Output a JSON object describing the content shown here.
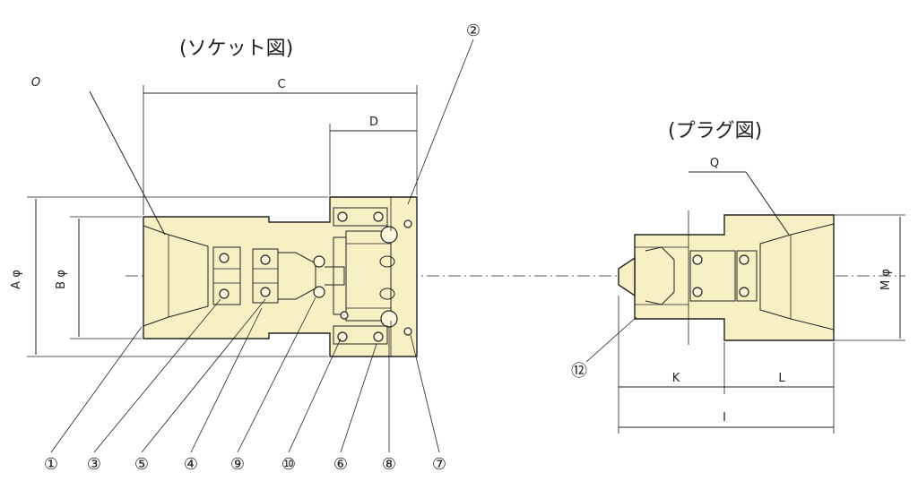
{
  "socket_title": "(ソケット図)",
  "plug_title": "(プラグ図)",
  "dimensions": {
    "A": "A φ",
    "B": "B φ",
    "C": "C",
    "D": "D",
    "I": "I",
    "K": "K",
    "L": "L",
    "M": "M φ",
    "O": "O",
    "Q": "Q"
  },
  "callouts": {
    "c1": "①",
    "c2": "②",
    "c3": "③",
    "c4": "④",
    "c5": "⑤",
    "c6": "⑥",
    "c7": "⑦",
    "c8": "⑧",
    "c9": "⑨",
    "c10": "⑩",
    "c12": "⑫"
  },
  "colors": {
    "body_fill": "#f6f0c4",
    "line": "#222222"
  }
}
